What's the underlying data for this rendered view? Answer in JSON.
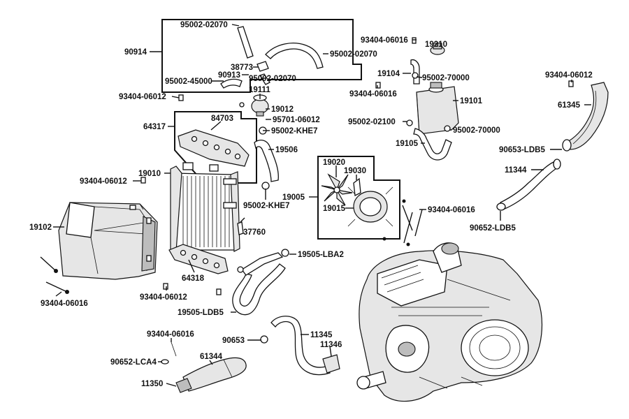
{
  "labels": {
    "p95002_02070_top": "95002-02070",
    "p90914": "90914",
    "p95002_02070_right": "95002-02070",
    "p38773": "38773",
    "p90913": "90913",
    "p95002_45000": "95002-45000",
    "p95002_02070_low": "95002-02070",
    "p19111": "19111",
    "p93404_06012_a": "93404-06012",
    "p19012": "19012",
    "p95701_06012": "95701-06012",
    "p64317": "64317",
    "p84703": "84703",
    "p95002_khe7_a": "95002-KHE7",
    "p19506": "19506",
    "p19010": "19010",
    "p93404_06012_b": "93404-06012",
    "p95002_khe7_b": "95002-KHE7",
    "p37760": "37760",
    "p19102": "19102",
    "p64318": "64318",
    "p19505_lba2": "19505-LBA2",
    "p93404_06012_c": "93404-06012",
    "p19505_ldb5": "19505-LDB5",
    "p93404_06016_a": "93404-06016",
    "p93404_06016_b": "93404-06016",
    "p90652_lca4": "90652-LCA4",
    "p61344": "61344",
    "p11350": "11350",
    "p90653": "90653",
    "p11345": "11345",
    "p11346": "11346",
    "p93404_06016_c": "93404-06016",
    "p19210": "19210",
    "p19104": "19104",
    "p95002_70000_a": "95002-70000",
    "p93404_06016_d": "93404-06016",
    "p19101": "19101",
    "p95002_02100": "95002-02100",
    "p95002_70000_b": "95002-70000",
    "p19105": "19105",
    "p19020": "19020",
    "p19030": "19030",
    "p19005": "19005",
    "p19015": "19015",
    "p93404_06016_e": "93404-06016",
    "p93404_06012_d": "93404-06012",
    "p61345": "61345",
    "p90653_ldb5": "90653-LDB5",
    "p11344": "11344",
    "p90652_ldb5": "90652-LDB5"
  }
}
